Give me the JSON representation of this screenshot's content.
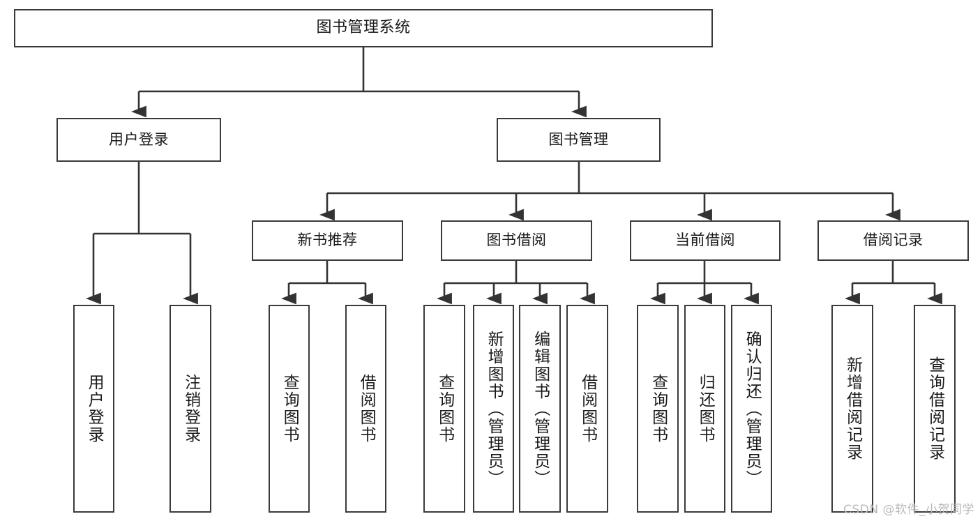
{
  "diagram": {
    "type": "tree-hierarchy",
    "title": "图书管理系统",
    "watermark": "CSDN @软件_小贺同学",
    "colors": {
      "box_border": "#3a3a3a",
      "box_fill": "#ffffff",
      "edge": "#333333",
      "text": "#1a1a1a",
      "watermark": "#b9b9b9"
    },
    "nodes": {
      "root": {
        "label": "图书管理系统"
      },
      "level2": [
        {
          "id": "user-login",
          "label": "用户登录"
        },
        {
          "id": "book-manage",
          "label": "图书管理"
        }
      ],
      "level3": [
        {
          "id": "new-book-recommend",
          "label": "新书推荐"
        },
        {
          "id": "book-borrow",
          "label": "图书借阅"
        },
        {
          "id": "current-borrow",
          "label": "当前借阅"
        },
        {
          "id": "borrow-record",
          "label": "借阅记录"
        }
      ],
      "leaves": {
        "user_login": [
          {
            "id": "leaf-user-login",
            "label": "用户登录"
          },
          {
            "id": "leaf-logout-login",
            "label": "注销登录"
          }
        ],
        "new_book_recommend": [
          {
            "id": "leaf-query-book-1",
            "label": "查询图书"
          },
          {
            "id": "leaf-borrow-book-1",
            "label": "借阅图书"
          }
        ],
        "book_borrow": [
          {
            "id": "leaf-query-book-2",
            "label": "查询图书"
          },
          {
            "id": "leaf-add-book-admin",
            "label": "新增图书（管理员）"
          },
          {
            "id": "leaf-edit-book-admin",
            "label": "编辑图书（管理员）"
          },
          {
            "id": "leaf-borrow-book-2",
            "label": "借阅图书"
          }
        ],
        "current_borrow": [
          {
            "id": "leaf-query-book-3",
            "label": "查询图书"
          },
          {
            "id": "leaf-return-book",
            "label": "归还图书"
          },
          {
            "id": "leaf-confirm-return-admin",
            "label": "确认归还（管理员）"
          }
        ],
        "borrow_record": [
          {
            "id": "leaf-add-borrow-record",
            "label": "新增借阅记录"
          },
          {
            "id": "leaf-query-borrow-record",
            "label": "查询借阅记录"
          }
        ]
      }
    }
  }
}
